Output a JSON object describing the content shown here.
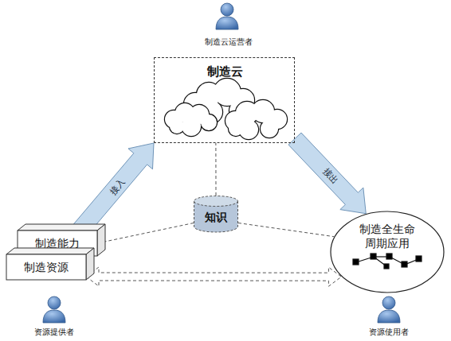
{
  "diagram": {
    "nodes": [
      {
        "text": [
          "制造云"
        ]
      },
      {
        "text": [
          "知识"
        ]
      },
      {
        "text": [
          "制造能力"
        ]
      },
      {
        "text": [
          "制造资源"
        ]
      },
      {
        "text": [
          "制造全生命周期应用"
        ]
      }
    ],
    "edges": [
      {
        "from": 2,
        "to": 0,
        "label": "接入",
        "arrow": "to"
      },
      {
        "from": 0,
        "to": 4,
        "label": "接出",
        "arrow": "to"
      },
      {
        "from": 1,
        "to": 0,
        "arrow": "none"
      },
      {
        "from": 1,
        "to": 2,
        "arrow": "none"
      },
      {
        "from": 1,
        "to": 4,
        "arrow": "none"
      },
      {
        "from": 3,
        "to": 4,
        "arrow": "both"
      }
    ],
    "labels": [
      "制造云运营者",
      "资源提供者",
      "资源使用者"
    ]
  }
}
